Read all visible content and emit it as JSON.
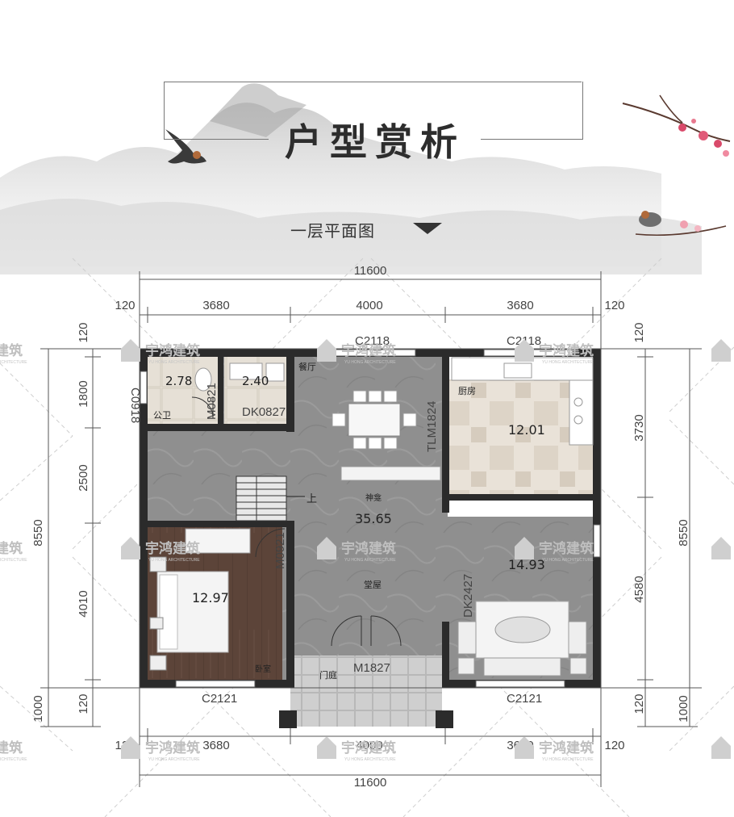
{
  "header": {
    "title": "户型赏析",
    "subtitle": "一层平面图"
  },
  "dimensions": {
    "total_width": "11600",
    "total_depth": "8550",
    "top_segments": [
      "120",
      "3680",
      "4000",
      "3680",
      "120"
    ],
    "left_segments": [
      "120",
      "1800",
      "2500",
      "4010",
      "120",
      "1000"
    ],
    "right_segments": [
      "120",
      "3730",
      "4580",
      "120",
      "1000"
    ]
  },
  "rooms": [
    {
      "name": "公卫",
      "area": "2.78"
    },
    {
      "name": "",
      "area": "2.40"
    },
    {
      "name": "餐厅",
      "area": ""
    },
    {
      "name": "厨房",
      "area": "12.01"
    },
    {
      "name": "神龛",
      "area": "35.65"
    },
    {
      "name": "堂屋",
      "area": ""
    },
    {
      "name": "卧室",
      "area": "12.97"
    },
    {
      "name": "",
      "area": "14.93"
    },
    {
      "name": "门庭",
      "area": ""
    }
  ],
  "openings": {
    "c0918": "C0918",
    "m0821": "M0821",
    "dk0827": "DK0827",
    "c2118_left": "C2118",
    "c2118_right": "C2118",
    "tlm1824": "TLM1824",
    "m0921": "M0921",
    "dk2427": "DK2427",
    "m1827": "M1827",
    "c2121_left": "C2121",
    "c2121_right": "C2121",
    "stair_up": "上"
  },
  "watermark": {
    "name": "宇鸿建筑",
    "sub": "YU HONG ARCHITECTURE"
  },
  "colors": {
    "wall": "#2b2b2b",
    "marble": "#8c8c8c",
    "wood_floor": "#5a4238",
    "tile_floor": "#e3ddd3",
    "accent_blossom": "#d94a6a"
  }
}
